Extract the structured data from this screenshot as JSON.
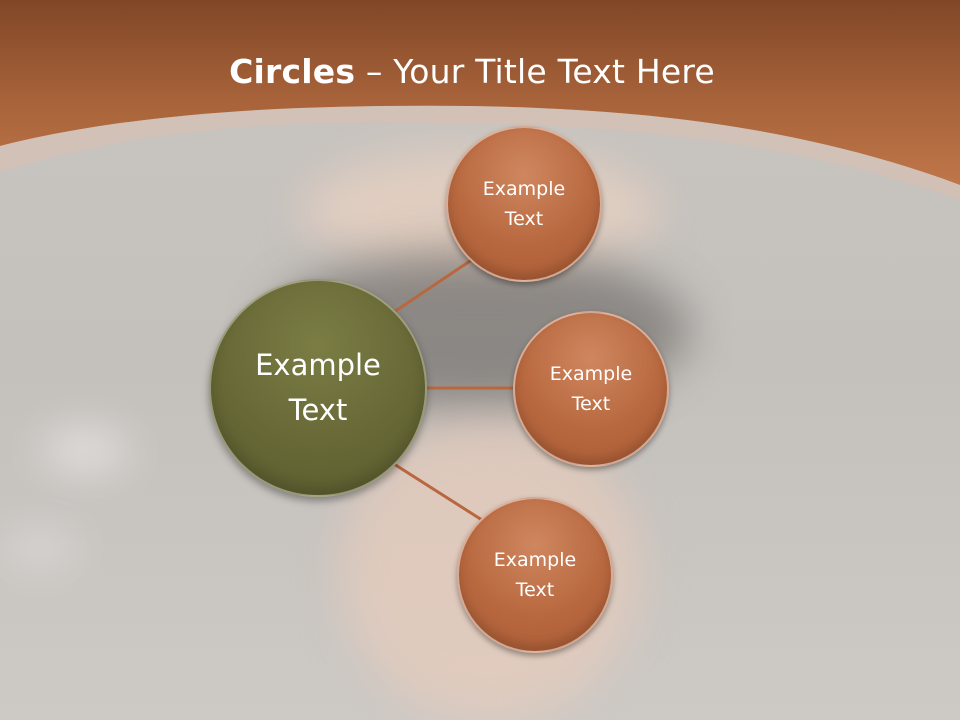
{
  "header": {
    "title_bold": "Circles",
    "title_rest": " – Your Title Text Here"
  },
  "diagram": {
    "center": {
      "label": "Example Text"
    },
    "nodes": [
      {
        "label": "Example Text"
      },
      {
        "label": "Example Text"
      },
      {
        "label": "Example Text"
      }
    ]
  },
  "colors": {
    "header_band": "#b46a3f",
    "header_band_top": "#8a4b2a",
    "node_fill": "#b8683f",
    "center_fill": "#676836",
    "connector": "#b8683f",
    "background": "#c6c2be"
  }
}
